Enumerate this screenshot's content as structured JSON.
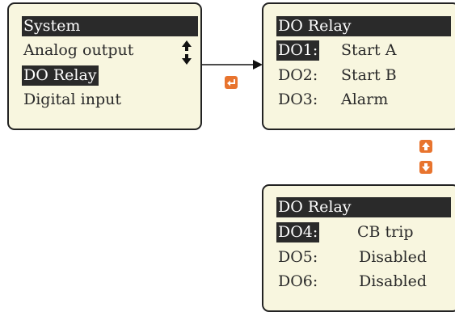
{
  "panel1": {
    "items": [
      "System",
      "Analog output",
      "DO Relay",
      "Digital input"
    ],
    "scroll_icon": "up-down-arrows-icon"
  },
  "panel2": {
    "title": "DO Relay",
    "rows": [
      {
        "label": "DO1:",
        "value": "Start A"
      },
      {
        "label": "DO2:",
        "value": "Start B"
      },
      {
        "label": "DO3:",
        "value": "Alarm"
      }
    ]
  },
  "panel3": {
    "title": "DO Relay",
    "rows": [
      {
        "label": "DO4:",
        "value": "CB trip"
      },
      {
        "label": "DO5:",
        "value": "Disabled"
      },
      {
        "label": "DO6:",
        "value": "Disabled"
      }
    ]
  },
  "keys": {
    "enter": "enter-key-icon",
    "up": "up-key-icon",
    "down": "down-key-icon"
  },
  "colors": {
    "screen": "#f8f6df",
    "text": "#2a2a2a",
    "key": "#e8742e"
  }
}
